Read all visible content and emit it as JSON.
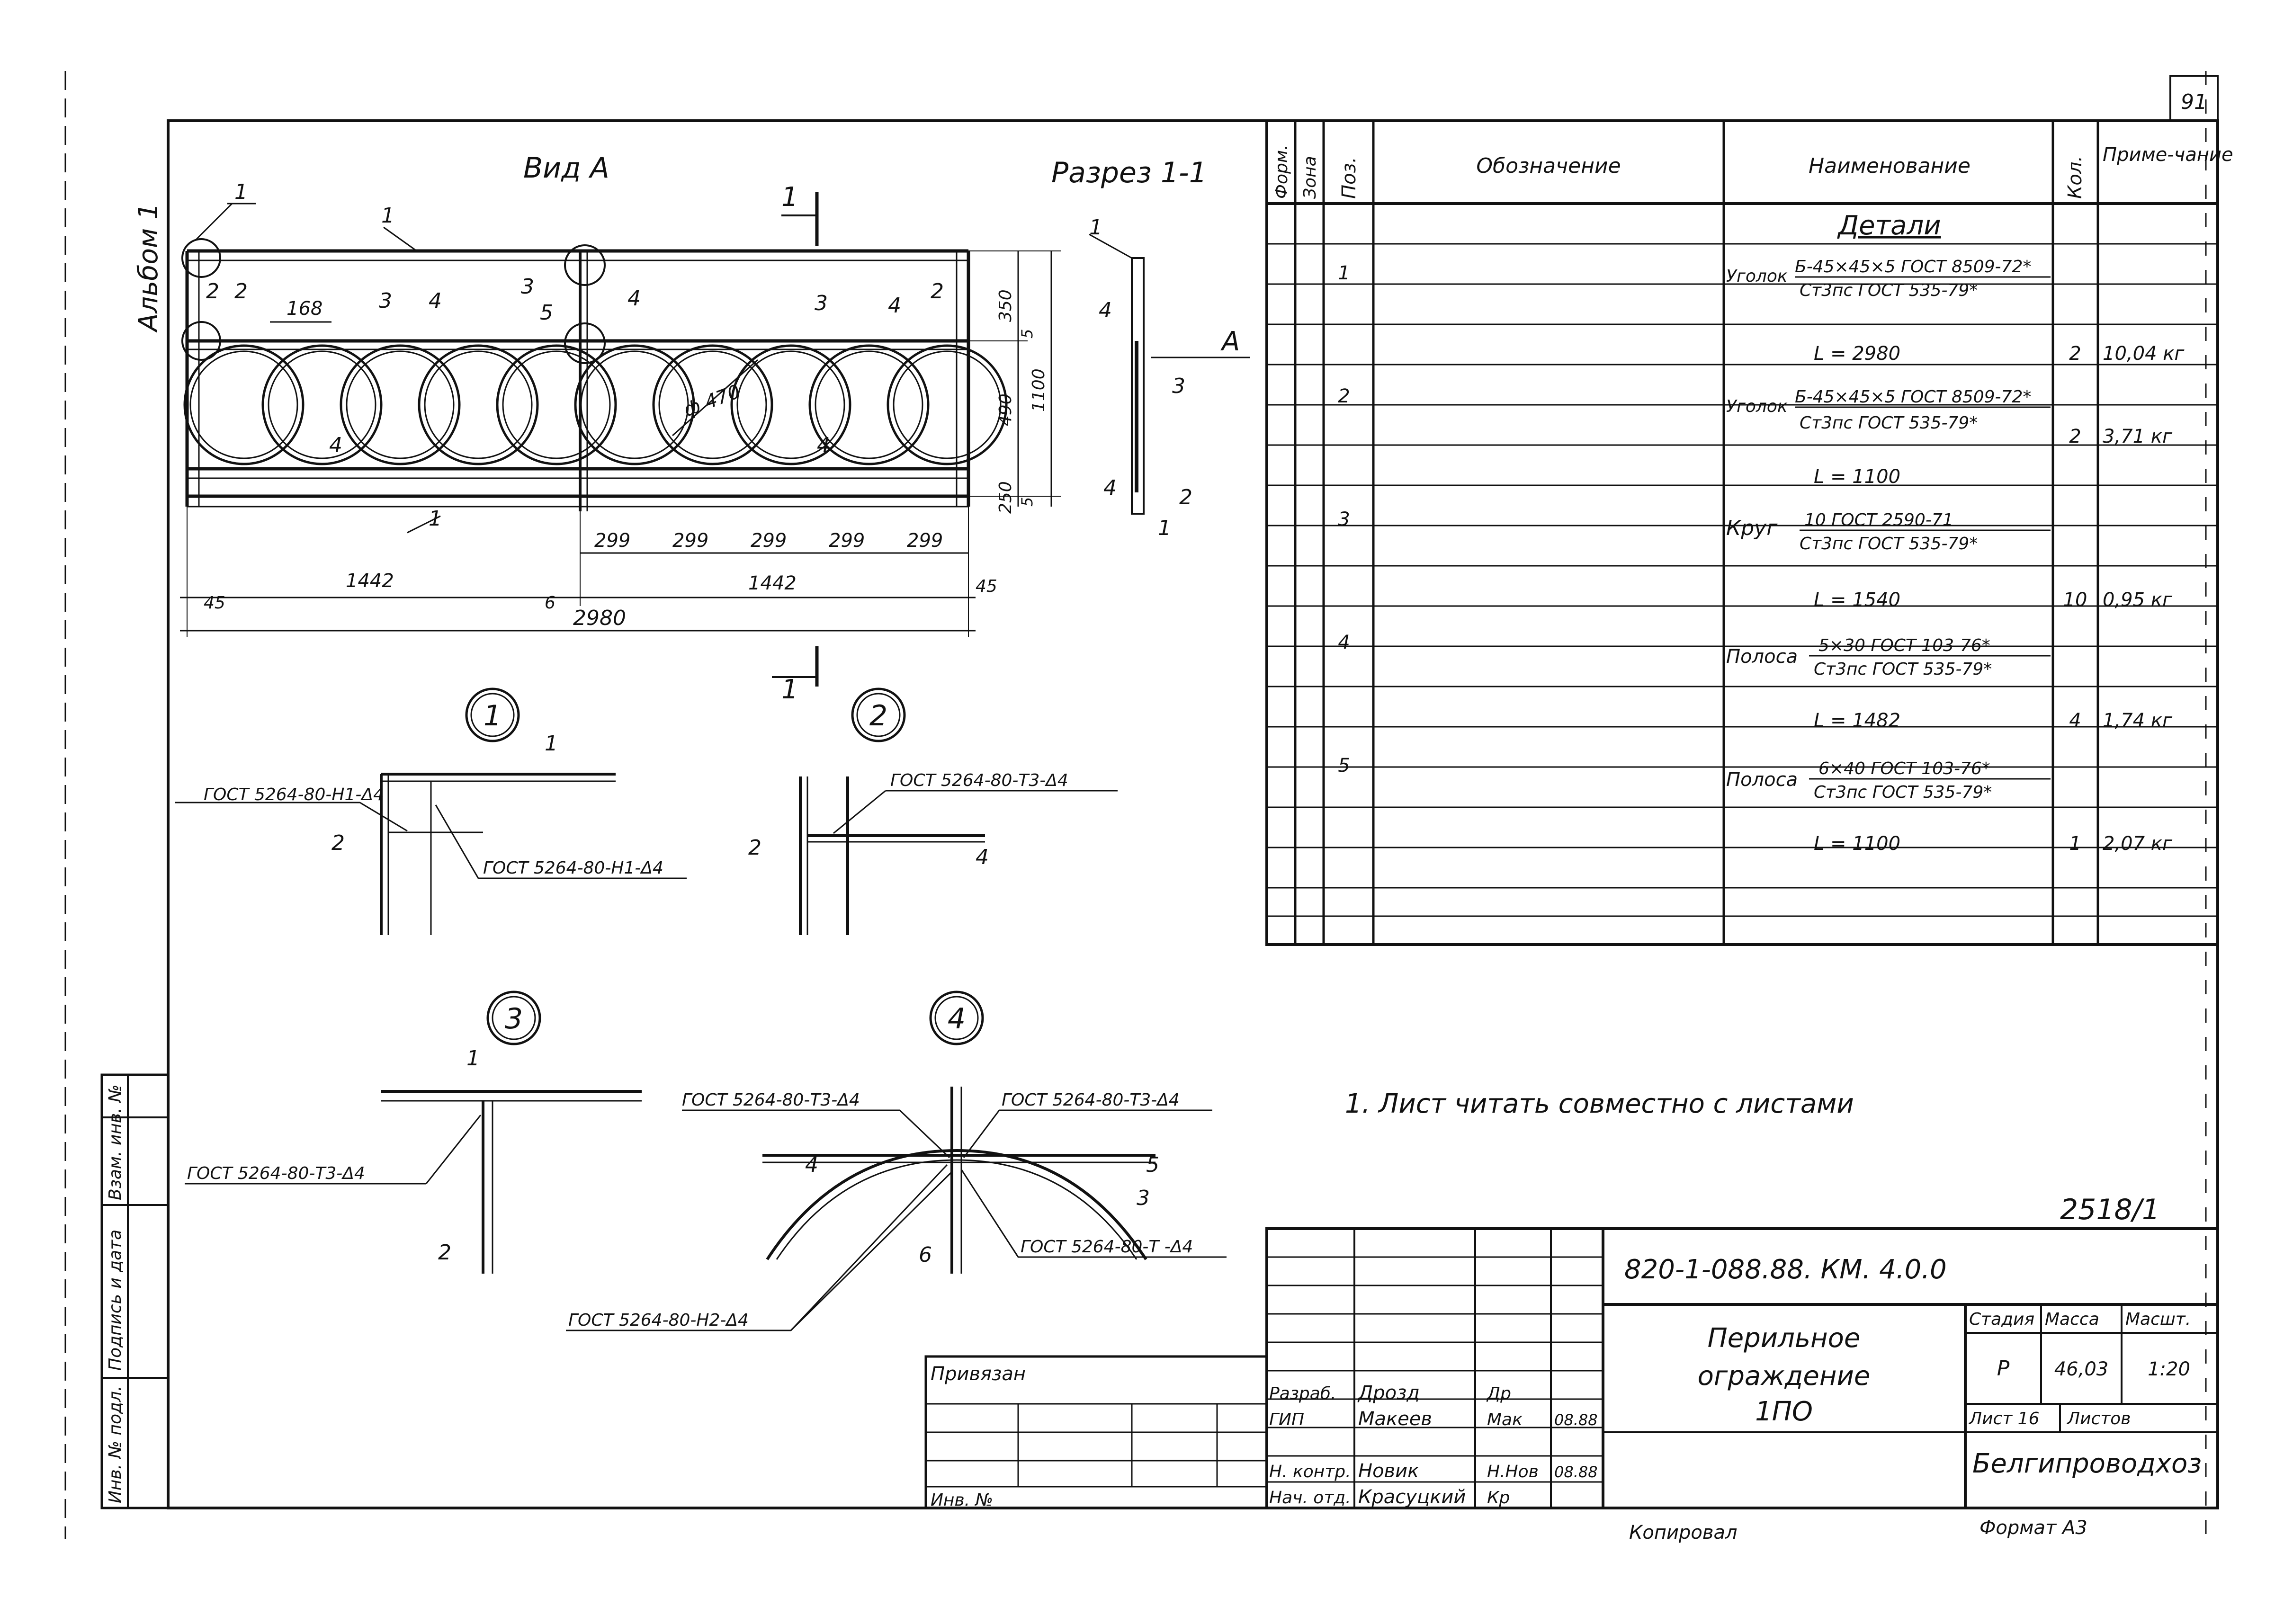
{
  "sheet_number": "91",
  "album_label": "Альбом 1",
  "view": {
    "title": "Вид А",
    "dims": {
      "d168": "168",
      "d350": "350",
      "d5a": "5",
      "d490": "490",
      "d1100": "1100",
      "d250": "250",
      "d5b": "5",
      "phi": "ф 470",
      "d299a": "299",
      "d299b": "299",
      "d299c": "299",
      "d299d": "299",
      "d299e": "299",
      "d1442a": "1442",
      "d1442b": "1442",
      "d45a": "45",
      "d45b": "45",
      "d6": "6",
      "d2980": "2980"
    },
    "pos": {
      "p1a": "1",
      "p1b": "1",
      "p1c": "1",
      "p2a": "2",
      "p2b": "2",
      "p3a": "3",
      "p3b": "3",
      "p3c": "3",
      "p4a": "4",
      "p4b": "4",
      "p4c": "4",
      "p4d": "4",
      "p4e": "4",
      "p5": "5"
    }
  },
  "section": {
    "title": "Разрез 1-1",
    "cut": "1",
    "arrow": "А",
    "pos": {
      "p1": "1",
      "p4a": "4",
      "p3": "3",
      "p4b": "4",
      "p2": "2",
      "p1b": "1"
    }
  },
  "nodes": {
    "n1": {
      "num": "1",
      "weld_a": "ГОСТ 5264-80-Н1-Δ4",
      "weld_b": "ГОСТ 5264-80-Н1-Δ4",
      "p1": "1",
      "p2": "2"
    },
    "n2": {
      "num": "2",
      "weld": "ГОСТ 5264-80-Т3-Δ4",
      "p2": "2",
      "p4": "4"
    },
    "n3": {
      "num": "3",
      "weld": "ГОСТ 5264-80-Т3-Δ4",
      "p1": "1",
      "p2": "2"
    },
    "n4": {
      "num": "4",
      "weld_a": "ГОСТ 5264-80-Т3-Δ4",
      "weld_b": "ГОСТ 5264-80-Т3-Δ4",
      "weld_c": "ГОСТ 5264-80-Т -Δ4",
      "weld_d": "ГОСТ 5264-80-Н2-Δ4",
      "p4": "4",
      "p5": "5",
      "p3": "3",
      "p6": "6"
    }
  },
  "spec": {
    "headers": {
      "form": "Форм.",
      "zone": "Зона",
      "pos": "Поз.",
      "designation": "Обозначение",
      "name": "Наименование",
      "qty": "Кол.",
      "note": "Приме-чание"
    },
    "section_title": "Детали",
    "rows": [
      {
        "pos": "1",
        "type": "Уголок",
        "std": "Б-45×45×5 ГОСТ 8509-72*",
        "mat": "Ст3пс ГОСТ 535-79*",
        "len": "L = 2980",
        "qty": "2",
        "note": "10,04 кг"
      },
      {
        "pos": "2",
        "type": "Уголок",
        "std": "Б-45×45×5 ГОСТ 8509-72*",
        "mat": "Ст3пс ГОСТ 535-79*",
        "len": "L = 1100",
        "qty": "2",
        "note": "3,71 кг"
      },
      {
        "pos": "3",
        "type": "Круг",
        "std": "10 ГОСТ 2590-71",
        "mat": "Ст3пс ГОСТ 535-79*",
        "len": "L = 1540",
        "qty": "10",
        "note": "0,95 кг"
      },
      {
        "pos": "4",
        "type": "Полоса",
        "std": "5×30 ГОСТ 103-76*",
        "mat": "Ст3пс ГОСТ 535-79*",
        "len": "L = 1482",
        "qty": "4",
        "note": "1,74 кг"
      },
      {
        "pos": "5",
        "type": "Полоса",
        "std": "6×40 ГОСТ 103-76*",
        "mat": "Ст3пс ГОСТ 535-79*",
        "len": "L = 1100",
        "qty": "1",
        "note": "2,07 кг"
      }
    ]
  },
  "note": "1. Лист читать совместно с листами",
  "handwritten_ref": "2518/1",
  "title_block": {
    "code": "820-1-088.88. КМ. 4.0.0",
    "title1": "Перильное",
    "title2": "ограждение",
    "title3": "1ПО",
    "stage_h": "Стадия",
    "mass_h": "Масса",
    "scale_h": "Масшт.",
    "stage": "Р",
    "mass": "46,03",
    "scale": "1:20",
    "sheet": "Лист 16",
    "sheets": "Листов",
    "org": "Белгипроводхоз",
    "privyazan": "Привязан",
    "inv": "Инв. №",
    "roles": [
      {
        "role": "Разраб.",
        "name": "Дрозд",
        "sign": "Др",
        "date": ""
      },
      {
        "role": "ГИП",
        "name": "Макеев",
        "sign": "Мак",
        "date": "08.88"
      },
      {
        "role": "Н. контр.",
        "name": "Новик",
        "sign": "Н.Нов",
        "date": "08.88"
      },
      {
        "role": "Нач. отд.",
        "name": "Красуцкий",
        "sign": "Кр",
        "date": ""
      }
    ],
    "copied": "Копировал",
    "format": "Формат А3"
  },
  "left_margin": {
    "f1": "Взам. инв. №",
    "f2": "Подпись и дата",
    "f3": "Инв. № подл."
  }
}
